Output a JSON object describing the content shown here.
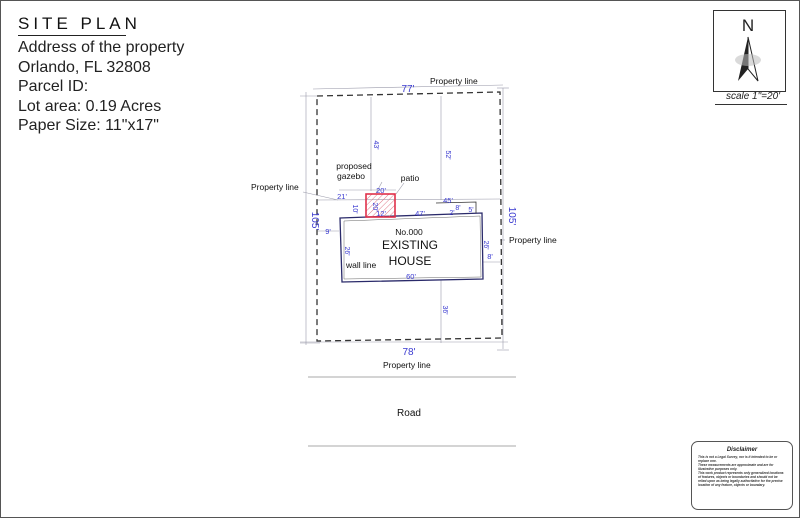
{
  "title": {
    "heading": "SITE PLAN",
    "address": "Address of the property",
    "city": "Orlando, FL 32808",
    "parcel": "Parcel ID:",
    "lot_area": "Lot area: 0.19 Acres",
    "paper_size": "Paper Size: 11\"x17\""
  },
  "compass": {
    "north_label": "N",
    "scale": "scale 1\"=20'"
  },
  "plan": {
    "house_number": "No.000",
    "house_line1": "EXISTING",
    "house_line2": "HOUSE",
    "labels": {
      "property_line_top": "Property line",
      "property_line_left": "Property line",
      "property_line_right": "Property line",
      "property_line_bottom": "Property line",
      "gazebo_line1": "proposed",
      "gazebo_line2": "gazebo",
      "patio": "patio",
      "wall_line": "wall line",
      "road": "Road"
    },
    "dimensions": {
      "top_width": "77'",
      "bottom_width": "78'",
      "left_depth": "105'",
      "right_depth": "105'",
      "front_setback_left": "43'",
      "front_setback_right": "52'",
      "gazebo_width": "20'",
      "gazebo_depth": "20'",
      "gazebo_left_offset": "21'",
      "gazebo_to_house": "10'",
      "gazebo_base": "12'",
      "patio_length": "47'",
      "patio_side": "45'",
      "step_2": "2'",
      "step_8": "8'",
      "step_5": "5'",
      "left_setback": "9'",
      "right_setback": "8'",
      "house_depth_left": "26'",
      "house_depth_right": "26'",
      "house_width": "60'",
      "rear_setback": "36'"
    }
  },
  "disclaimer": {
    "title": "Disclaimer",
    "body": [
      "This is not a Legal Survey, nor is it intended to be or replace one.",
      "These measurements are approximate and are for illustrative purposes only.",
      "This work product represents only generalized locations of features, objects or boundaries and should not be relied upon as being legally authoritative for the precise location of any feature, objects or boundary."
    ]
  },
  "colors": {
    "dimension_blue": "#3a3ad0",
    "gazebo_red": "#e0304a",
    "line_dark": "#333333"
  }
}
